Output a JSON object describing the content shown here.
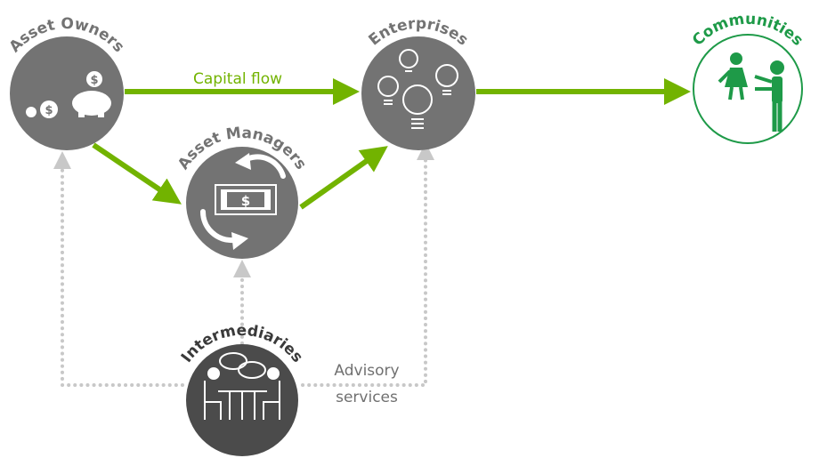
{
  "nodes": {
    "asset_owners": {
      "label": "Asset Owners",
      "icon": "piggy-bank-coins-icon"
    },
    "asset_managers": {
      "label": "Asset Managers",
      "icon": "cash-cycle-icon"
    },
    "enterprises": {
      "label": "Enterprises",
      "icon": "light-bulbs-icon"
    },
    "communities": {
      "label": "Communities",
      "icon": "people-playing-icon"
    },
    "intermediaries": {
      "label": "Intermediaries",
      "icon": "meeting-table-icon"
    }
  },
  "edges": {
    "capital_flow_label": "Capital flow",
    "advisory_line1": "Advisory",
    "advisory_line2": "services"
  },
  "colors": {
    "node_gray": "#737373",
    "intermediaries_gray": "#4b4b4b",
    "flow_green": "#72b300",
    "communities_green": "#1e9a48",
    "dotted_gray": "#c8c8c8"
  }
}
